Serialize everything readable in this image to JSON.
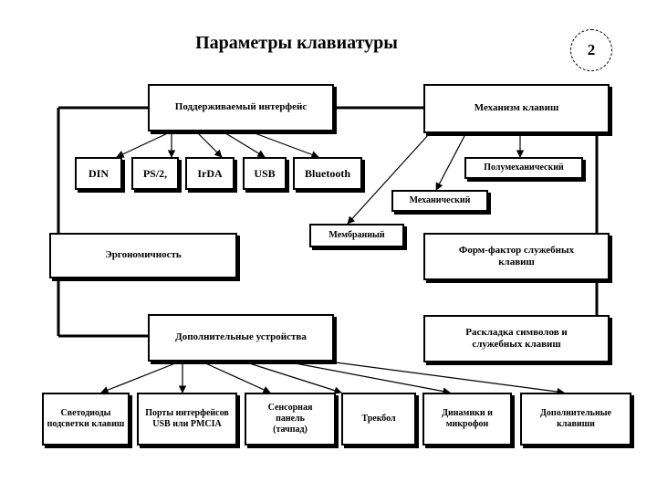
{
  "title": "Параметры клавиатуры",
  "page_number": "2",
  "interface": {
    "header": "Поддерживаемый интерфейс",
    "items": [
      "DIN",
      "PS/2,",
      "IrDA",
      "USB",
      "Bluetooth"
    ]
  },
  "mechanism": {
    "header": "Механизм клавиш",
    "items": [
      "Полумеханический",
      "Механический",
      "Мембранный"
    ]
  },
  "ergonomics": "Эргономичность",
  "form_factor": "Форм-фактор служебных клавиш",
  "additional": {
    "header": "Дополнительные устройства",
    "items": [
      "Светодиоды подсветки клавиш",
      "Порты интерфейсов USB или PMCIA",
      "Сенсорная панель (тачпад)",
      "Трекбол",
      "Динамики и микрофон",
      "Дополнительные клавиши"
    ]
  },
  "layout": "Раскладка символов и служебных клавиш"
}
